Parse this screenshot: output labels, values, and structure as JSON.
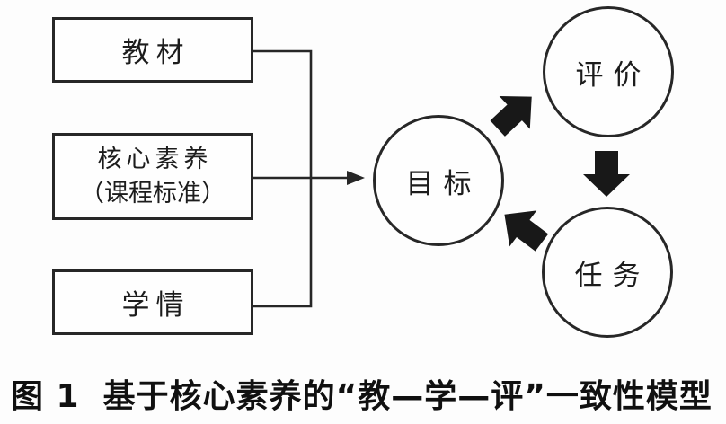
{
  "diagram": {
    "inputs": [
      {
        "id": "teaching-materials",
        "label": "教材"
      },
      {
        "id": "core-competency",
        "label_line1": "核心素养",
        "label_line2": "（课程标准）"
      },
      {
        "id": "learning-situation",
        "label": "学情"
      }
    ],
    "cycle_nodes": [
      {
        "id": "goal",
        "label": "目标"
      },
      {
        "id": "evaluation",
        "label": "评价"
      },
      {
        "id": "task",
        "label": "任务"
      }
    ],
    "flows": [
      {
        "from": "教材",
        "to": "目标",
        "style": "thin-arrow"
      },
      {
        "from": "核心素养（课程标准）",
        "to": "目标",
        "style": "thin-arrow"
      },
      {
        "from": "学情",
        "to": "目标",
        "style": "thin-arrow"
      },
      {
        "from": "目标",
        "to": "评价",
        "style": "block-arrow",
        "direction": "up-right"
      },
      {
        "from": "评价",
        "to": "任务",
        "style": "block-arrow",
        "direction": "down"
      },
      {
        "from": "任务",
        "to": "目标",
        "style": "block-arrow",
        "direction": "up-left"
      }
    ],
    "colors": {
      "line": "#272727",
      "block_arrow": "#181818",
      "background": "#fdfdfd",
      "text": "#1c1c1c",
      "caption_text": "#101010"
    }
  },
  "caption": {
    "figure_label": "图 1",
    "title": "基于核心素养的“教—学—评”一致性模型"
  }
}
